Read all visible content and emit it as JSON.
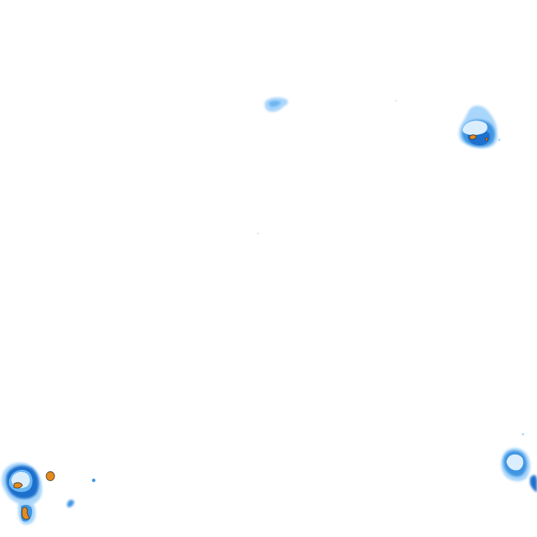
{
  "map": {
    "type": "weather radar precipitation overlay",
    "background": "#ffffff",
    "intensity_colors": {
      "very_light": "#dbeefe",
      "light": "#a9d6fb",
      "moderate_light": "#6cb6f2",
      "moderate": "#3f95e2",
      "heavy": "#1f6fcc",
      "very_heavy": "#e58a1c",
      "outline": "#3a3a3a"
    },
    "cells": [
      {
        "name": "north-central-cell",
        "intensity": "light"
      },
      {
        "name": "northeast-cell",
        "intensity": "very_heavy"
      },
      {
        "name": "southwest-cell",
        "intensity": "very_heavy"
      },
      {
        "name": "southeast-cell",
        "intensity": "moderate"
      }
    ]
  }
}
